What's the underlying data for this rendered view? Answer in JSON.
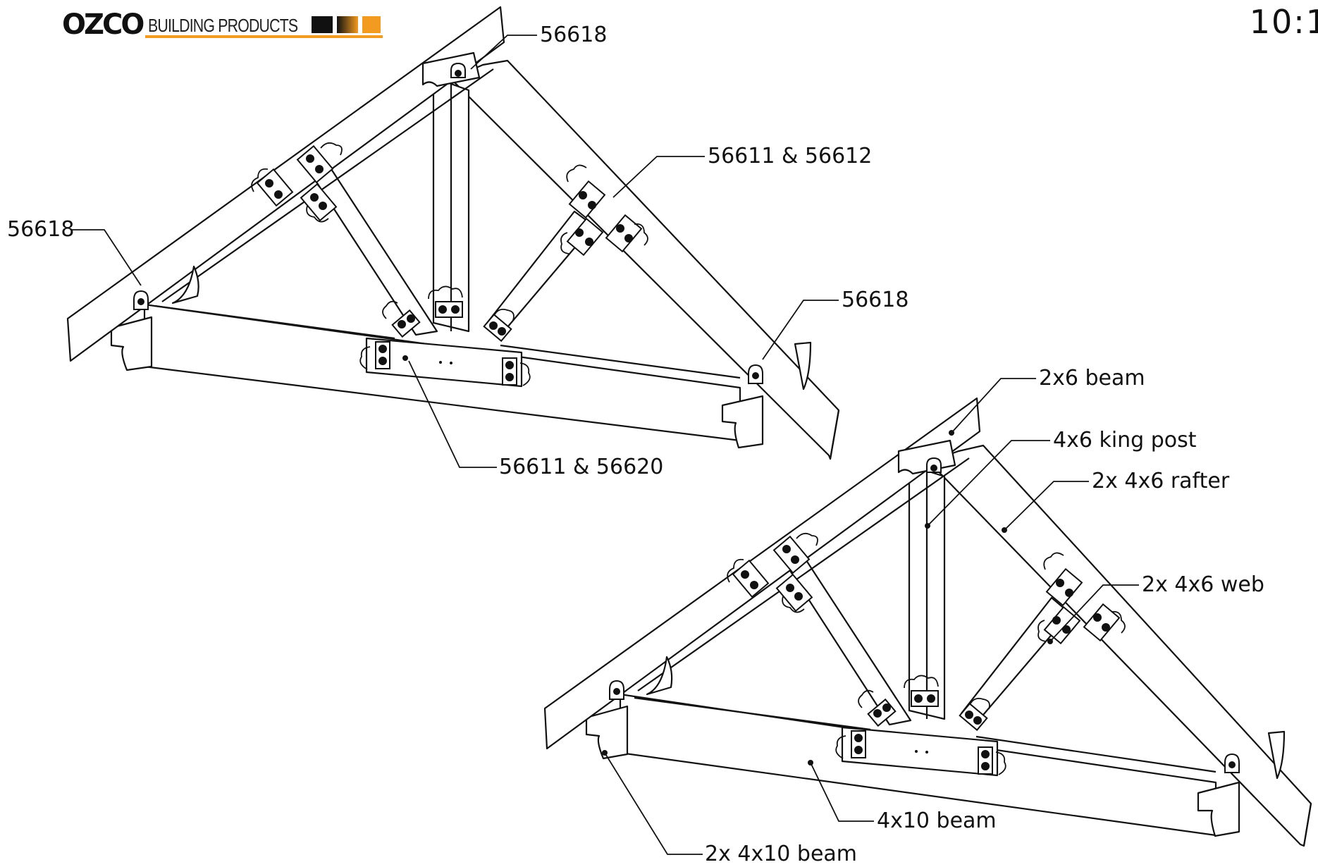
{
  "brand": {
    "logo": "OZCO",
    "name": "BUILDING PRODUCTS",
    "accent_color": "#f39a21"
  },
  "page_code": "10:1",
  "callouts": {
    "top_peak": "56618",
    "top_left_heel": "56618",
    "top_right_heel": "56618",
    "top_rafter_web": "56611 & 56612",
    "top_center": "56611 & 56620",
    "beam_2x6": "2x6 beam",
    "king_post": "4x6 king post",
    "rafter": "2x 4x6 rafter",
    "web": "2x 4x6 web",
    "beam_4x10": "4x10 beam",
    "beam_2x4x10": "2x 4x10 beam"
  }
}
